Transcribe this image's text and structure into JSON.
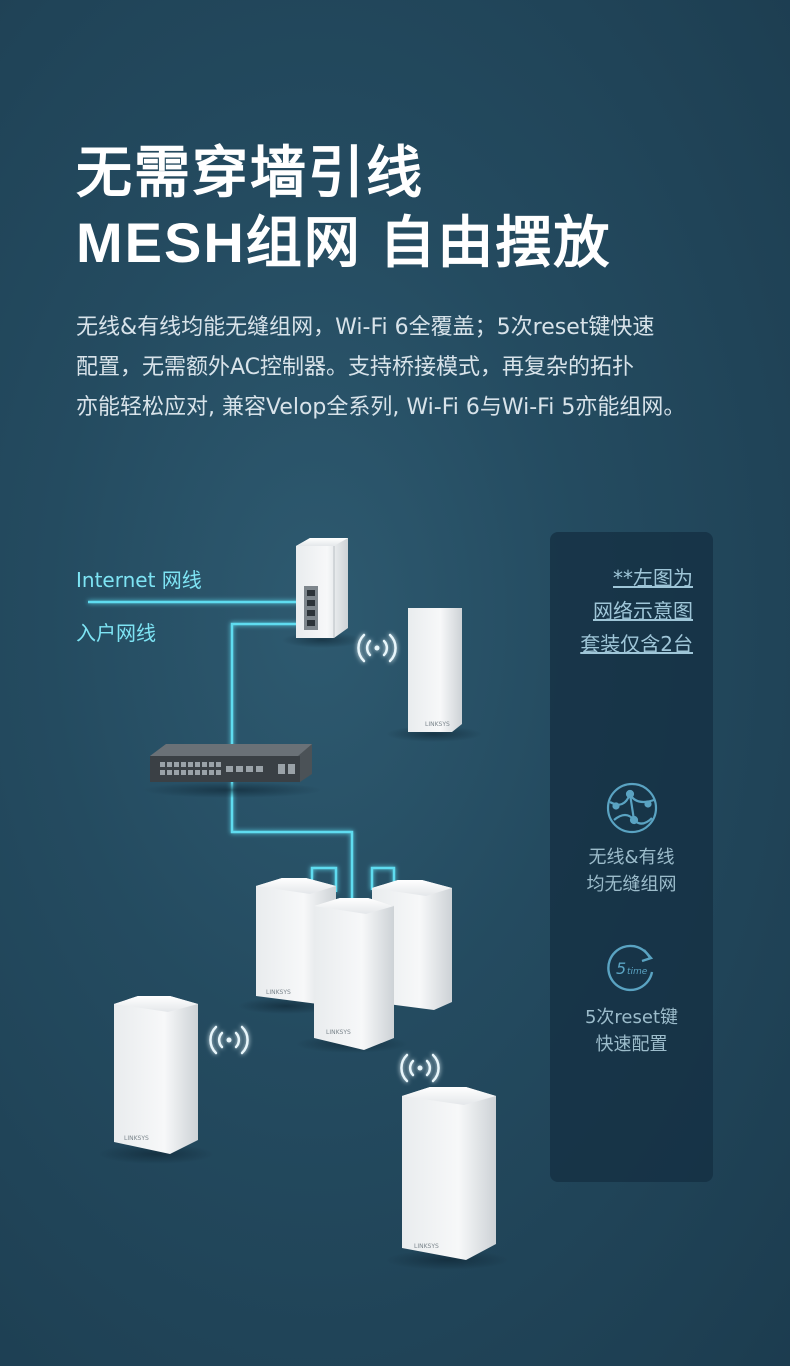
{
  "headline": {
    "line1": "无需穿墙引线",
    "line2": "MESH组网  自由摆放"
  },
  "description": [
    "无线&有线均能无缝组网，Wi-Fi 6全覆盖；5次reset键快速",
    "配置，无需额外AC控制器。支持桥接模式，再复杂的拓扑",
    "亦能轻松应对, 兼容Velop全系列, Wi-Fi 6与Wi-Fi 5亦能组网。"
  ],
  "diagram": {
    "internet_label": "Internet 网线",
    "home_label": "入户网线",
    "brand": "LINKSYS"
  },
  "side_panel": {
    "note": [
      "**左图为",
      "网络示意图",
      "套装仅含2台"
    ],
    "feature1": {
      "icon": "globe-network-icon",
      "lines": [
        "无线&有线",
        "均无缝组网"
      ]
    },
    "feature2": {
      "icon": "reset-cycle-icon",
      "badge": "5",
      "badge_unit": "time",
      "lines": [
        "5次reset键",
        "快速配置"
      ]
    }
  },
  "colors": {
    "cable": "#5fdcf0",
    "accent_text": "#7ee4f4",
    "panel": "#143042"
  }
}
